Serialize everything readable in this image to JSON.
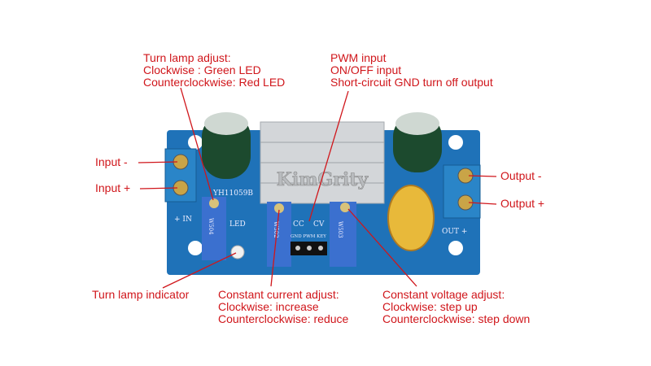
{
  "annotations": {
    "turn_lamp_adjust": [
      "Turn lamp adjust:",
      "Clockwise : Green LED",
      "Counterclockwise: Red LED"
    ],
    "pwm_input": [
      "PWM input",
      "ON/OFF input",
      "Short-circuit GND turn off output"
    ],
    "input_minus": "Input -",
    "input_plus": "Input +",
    "output_minus": "Output -",
    "output_plus": "Output +",
    "turn_lamp_indicator": "Turn lamp indicator",
    "constant_current": [
      "Constant current adjust:",
      "Clockwise: increase",
      "Counterclockwise: reduce"
    ],
    "constant_voltage": [
      "Constant voltage adjust:",
      "Clockwise: step up",
      "Counterclockwise: step down"
    ]
  },
  "board": {
    "model": "YH11059B",
    "in_label": "+ IN",
    "out_label": "OUT +",
    "led_label": "LED",
    "cc": "CC",
    "cv": "CV",
    "pins": "GND PWM KEY",
    "pot1": "W504",
    "pot2": "W502",
    "pot3": "W503",
    "watermark": "KimGrity"
  },
  "colors": {
    "annotation": "#d0161b",
    "board": "#1e6fb8",
    "pot": "#3a6fd0"
  }
}
